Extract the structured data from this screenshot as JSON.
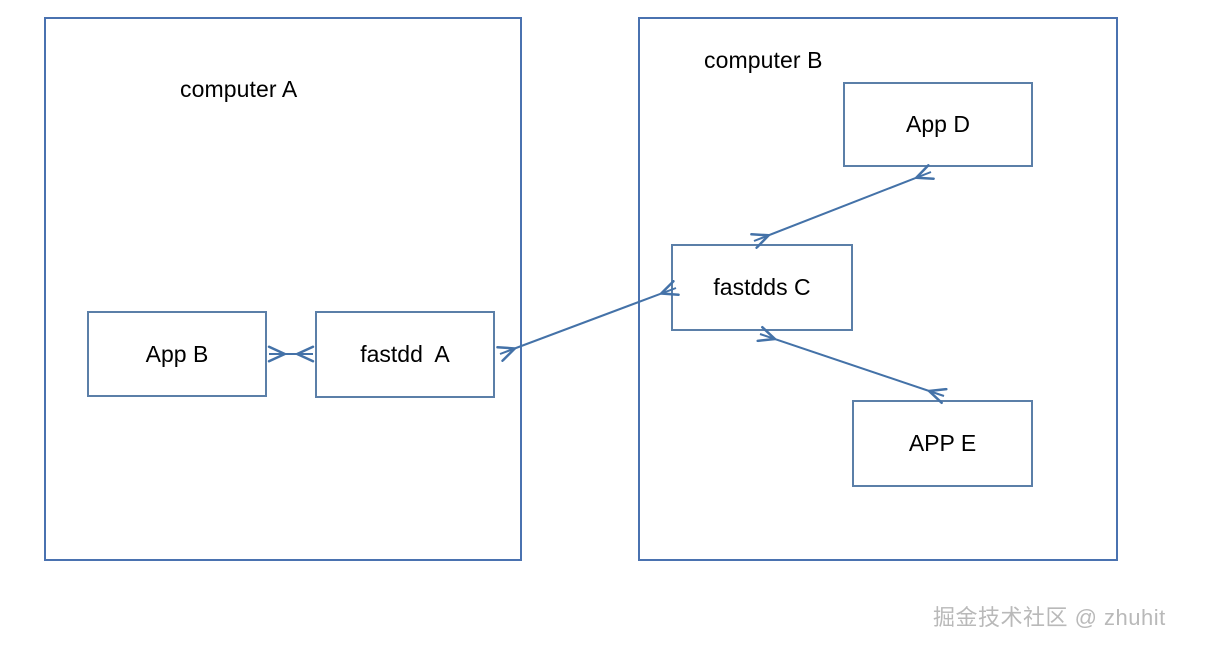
{
  "diagram": {
    "type": "block-diagram",
    "background_color": "#ffffff",
    "container_border_color": "#4a72b0",
    "node_border_color": "#5b7fa8",
    "arrow_color": "#4472a8",
    "text_color": "#000000",
    "containers": [
      {
        "id": "computer-a",
        "label": "computer A"
      },
      {
        "id": "computer-b",
        "label": "computer B"
      }
    ],
    "nodes": [
      {
        "id": "app-b",
        "label": "App B",
        "container": "computer-a"
      },
      {
        "id": "fastdd-a",
        "label": "fastdd  A",
        "container": "computer-a"
      },
      {
        "id": "fastdds-c",
        "label": "fastdds C",
        "container": "computer-b"
      },
      {
        "id": "app-d",
        "label": "App D",
        "container": "computer-b"
      },
      {
        "id": "app-e",
        "label": "APP E",
        "container": "computer-b"
      }
    ],
    "connections": [
      {
        "id": "app-b--fastdd-a",
        "from": "app-b",
        "to": "fastdd-a",
        "direction": "bidirectional"
      },
      {
        "id": "fastdd-a--fastdds-c",
        "from": "fastdd-a",
        "to": "fastdds-c",
        "direction": "bidirectional"
      },
      {
        "id": "fastdds-c--app-d",
        "from": "fastdds-c",
        "to": "app-d",
        "direction": "bidirectional"
      },
      {
        "id": "fastdds-c--app-e",
        "from": "fastdds-c",
        "to": "app-e",
        "direction": "bidirectional"
      }
    ]
  },
  "watermark": {
    "text": "掘金技术社区 @ zhuhit",
    "color": "#b9b9b9"
  }
}
